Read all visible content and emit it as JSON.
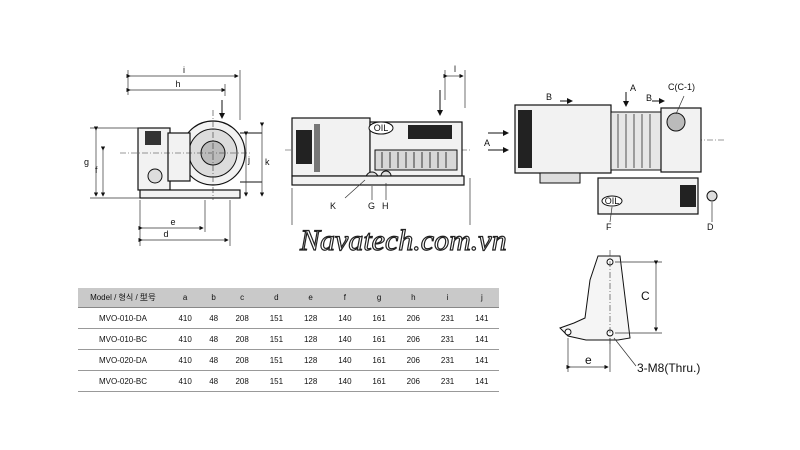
{
  "front_view": {
    "dims": {
      "i": "i",
      "h": "h",
      "g": "g",
      "f": "f",
      "j": "j",
      "k": "k",
      "e": "e",
      "d": "d"
    }
  },
  "side_view": {
    "dims": {
      "l": "l"
    },
    "callouts": {
      "k": "K",
      "g": "G",
      "h": "H"
    },
    "oil_badge": "OIL"
  },
  "top_view": {
    "callouts": {
      "b1": "B",
      "a1": "A",
      "b2": "B",
      "c": "C(C-1)",
      "a2": "A",
      "f": "F",
      "d": "D"
    },
    "oil_badge": "OIL"
  },
  "bracket_view": {
    "dims": {
      "c": "C",
      "e": "e"
    },
    "note": "3-M8(Thru.)"
  },
  "watermark": "Navatech.com.vn",
  "spec_table": {
    "headers": [
      "Model / 형식 / 型号",
      "a",
      "b",
      "c",
      "d",
      "e",
      "f",
      "g",
      "h",
      "i",
      "j"
    ],
    "rows": [
      [
        "MVO-010-DA",
        "410",
        "48",
        "208",
        "151",
        "128",
        "140",
        "161",
        "206",
        "231",
        "141"
      ],
      [
        "MVO-010-BC",
        "410",
        "48",
        "208",
        "151",
        "128",
        "140",
        "161",
        "206",
        "231",
        "141"
      ],
      [
        "MVO-020-DA",
        "410",
        "48",
        "208",
        "151",
        "128",
        "140",
        "161",
        "206",
        "231",
        "141"
      ],
      [
        "MVO-020-BC",
        "410",
        "48",
        "208",
        "151",
        "128",
        "140",
        "161",
        "206",
        "231",
        "141"
      ]
    ]
  }
}
